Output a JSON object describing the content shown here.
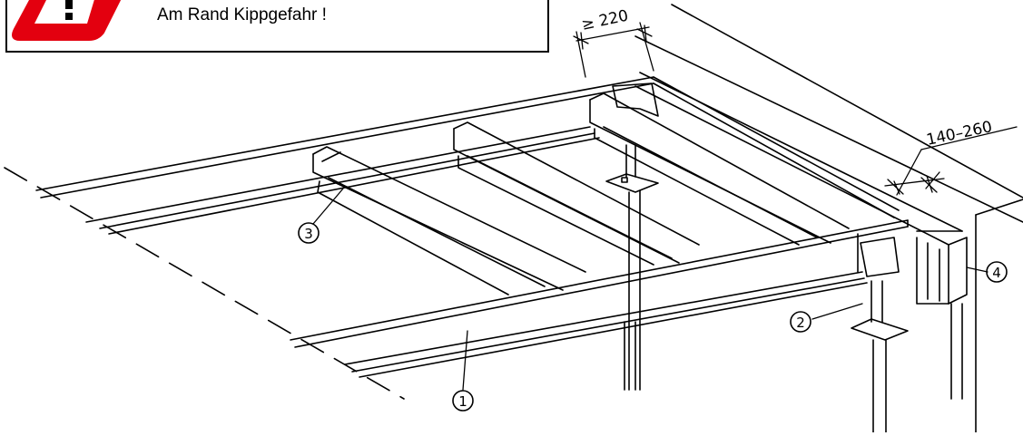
{
  "warning": {
    "text": "Am Rand Kippgefahr !",
    "icon": "warning-triangle-icon",
    "icon_color": "#e3000f"
  },
  "dimensions": {
    "edge_spacing": "≥ 220",
    "wall_gap": "140–260"
  },
  "callouts": [
    {
      "id": "1",
      "label": "1"
    },
    {
      "id": "2",
      "label": "2"
    },
    {
      "id": "3",
      "label": "3"
    },
    {
      "id": "4",
      "label": "4"
    }
  ]
}
